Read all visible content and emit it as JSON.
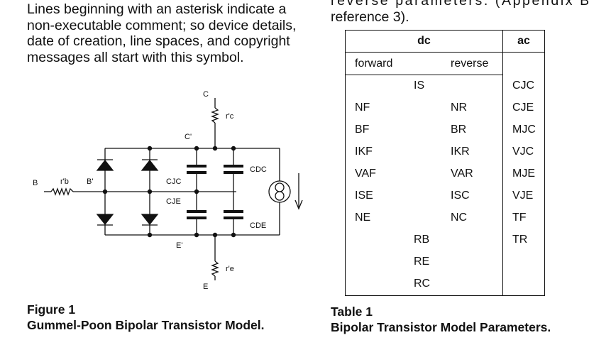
{
  "intro_paragraph": "Lines beginning with an asterisk indicate a non-executable comment; so device details, date of creation, line spaces, and copyright messages all start with this symbol.",
  "top_right_text": {
    "line1": "reverse parameters. (Appendix B",
    "line2": "reference 3)."
  },
  "figure": {
    "caption_label": "Figure 1",
    "caption_title": "Gummel-Poon Bipolar Transistor Model.",
    "labels": {
      "C": "C",
      "rc": "r'c",
      "Cprime": "C'",
      "B": "B",
      "rb": "r'b",
      "Bprime": "B'",
      "CJC": "CJC",
      "CJE": "CJE",
      "CDC": "CDC",
      "CDE": "CDE",
      "Eprime": "E'",
      "re": "r'e",
      "E": "E"
    }
  },
  "table": {
    "caption_label": "Table 1",
    "caption_title": "Bipolar Transistor Model Parameters.",
    "header_dc": "dc",
    "header_ac": "ac",
    "sub_forward": "forward",
    "sub_reverse": "reverse",
    "rows": [
      {
        "mid": "IS",
        "ac": "CJC"
      },
      {
        "forward": "NF",
        "reverse": "NR",
        "ac": "CJE"
      },
      {
        "forward": "BF",
        "reverse": "BR",
        "ac": "MJC"
      },
      {
        "forward": "IKF",
        "reverse": "IKR",
        "ac": "VJC"
      },
      {
        "forward": "VAF",
        "reverse": "VAR",
        "ac": "MJE"
      },
      {
        "forward": "ISE",
        "reverse": "ISC",
        "ac": "VJE"
      },
      {
        "forward": "NE",
        "reverse": "NC",
        "ac": "TF"
      },
      {
        "mid": "RB",
        "ac": "TR"
      },
      {
        "mid": "RE",
        "ac": ""
      },
      {
        "mid": "RC",
        "ac": ""
      }
    ]
  }
}
